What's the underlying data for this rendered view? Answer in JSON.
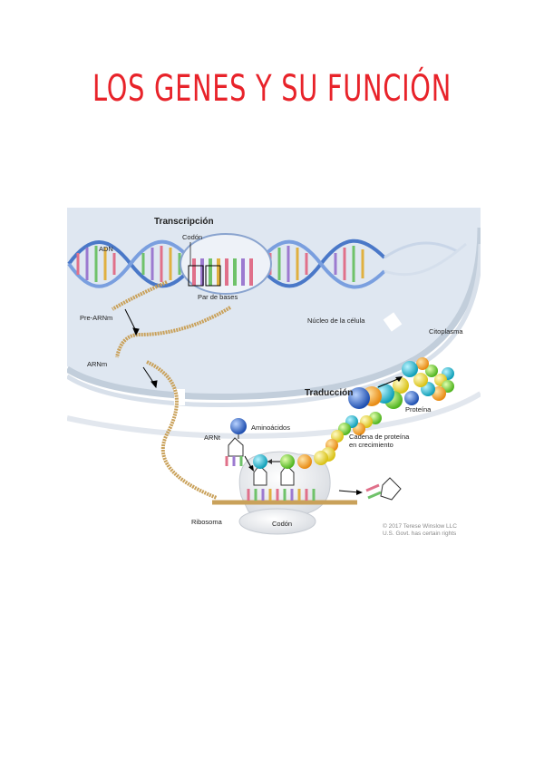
{
  "title": "LOS GENES Y SU FUNCIÓN",
  "diagram": {
    "section_transcription": "Transcripción",
    "section_translation": "Traducción",
    "labels": {
      "dna": "ADN",
      "codon_top": "Codón",
      "base_pair": "Par de bases",
      "pre_mrna": "Pre-ARNm",
      "mrna": "ARNm",
      "nucleus": "Núcleo de la célula",
      "cytoplasm": "Citoplasma",
      "protein": "Proteína",
      "amino_acids": "Aminoácidos",
      "trna": "ARNt",
      "growing_chain_line1": "Cadena de proteína",
      "growing_chain_line2": "en crecimiento",
      "ribosome": "Ribosoma",
      "codon_bottom": "Codón"
    },
    "copyright_line1": "© 2017 Terese Winslow LLC",
    "copyright_line2": "U.S. Govt. has certain rights",
    "colors": {
      "title": "#e8232a",
      "nucleus_fill": "#dde6f0",
      "membrane": "#c3cfdc",
      "mrna_strand": "#c9a15a"
    }
  }
}
